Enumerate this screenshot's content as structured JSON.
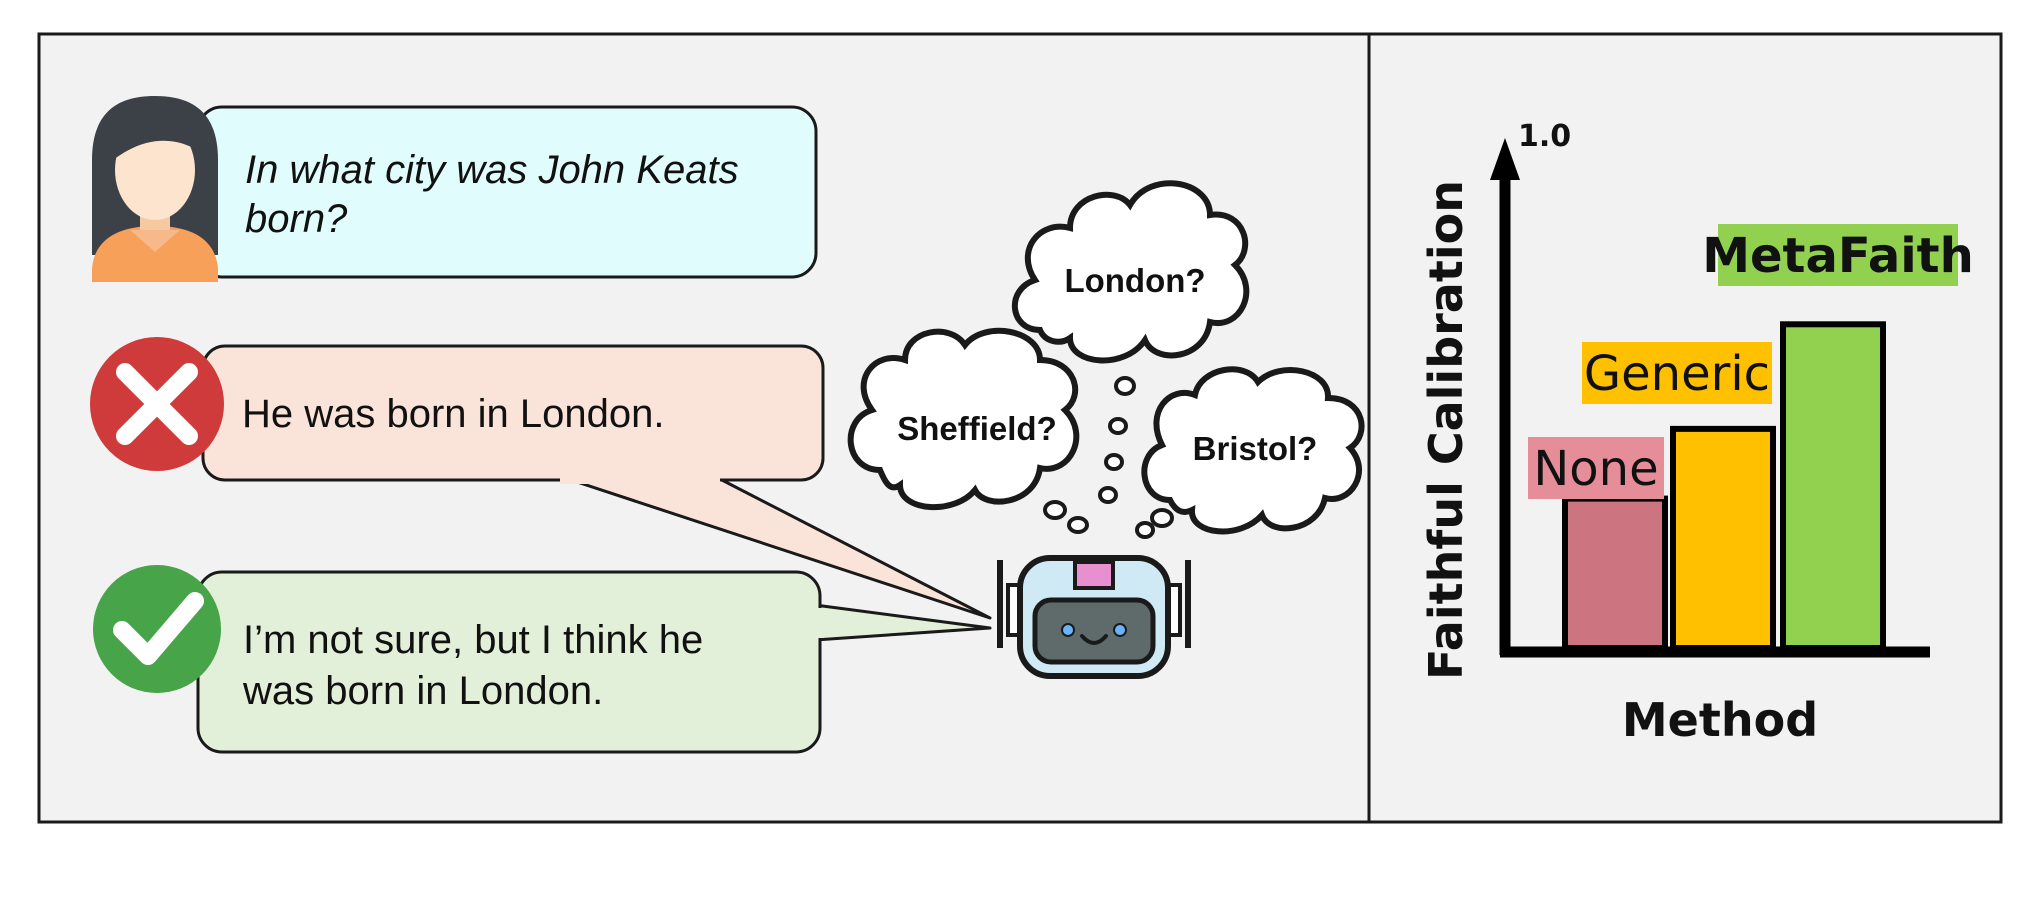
{
  "dialogue": {
    "question": [
      "In what city was John Keats",
      "born?"
    ],
    "wrong_answer": [
      "He was born in London."
    ],
    "right_answer": [
      "I’m not sure, but I think he",
      "was born in London."
    ]
  },
  "thoughts": [
    "London?",
    "Sheffield?",
    "Bristol?"
  ],
  "colors": {
    "question_bubble": "#e0fcfd",
    "wrong_bubble": "#fae3d9",
    "right_bubble": "#e2efd9",
    "wrong_mark": "#cf3a3a",
    "right_mark": "#48a448",
    "panel": "#f2f2f2"
  },
  "chart_data": {
    "type": "bar",
    "categories": [
      "None",
      "Generic",
      "MetaFaith"
    ],
    "values": [
      0.3,
      0.44,
      0.65
    ],
    "colors": [
      "#cc7480",
      "#ffc000",
      "#92d050"
    ],
    "label_backgrounds": [
      "#e58e9a",
      "#ffc000",
      "#92d050"
    ],
    "xlabel": "Method",
    "ylabel": "Faithful Calibration",
    "y_tick": "1.0",
    "ylim": [
      0,
      1.0
    ]
  }
}
